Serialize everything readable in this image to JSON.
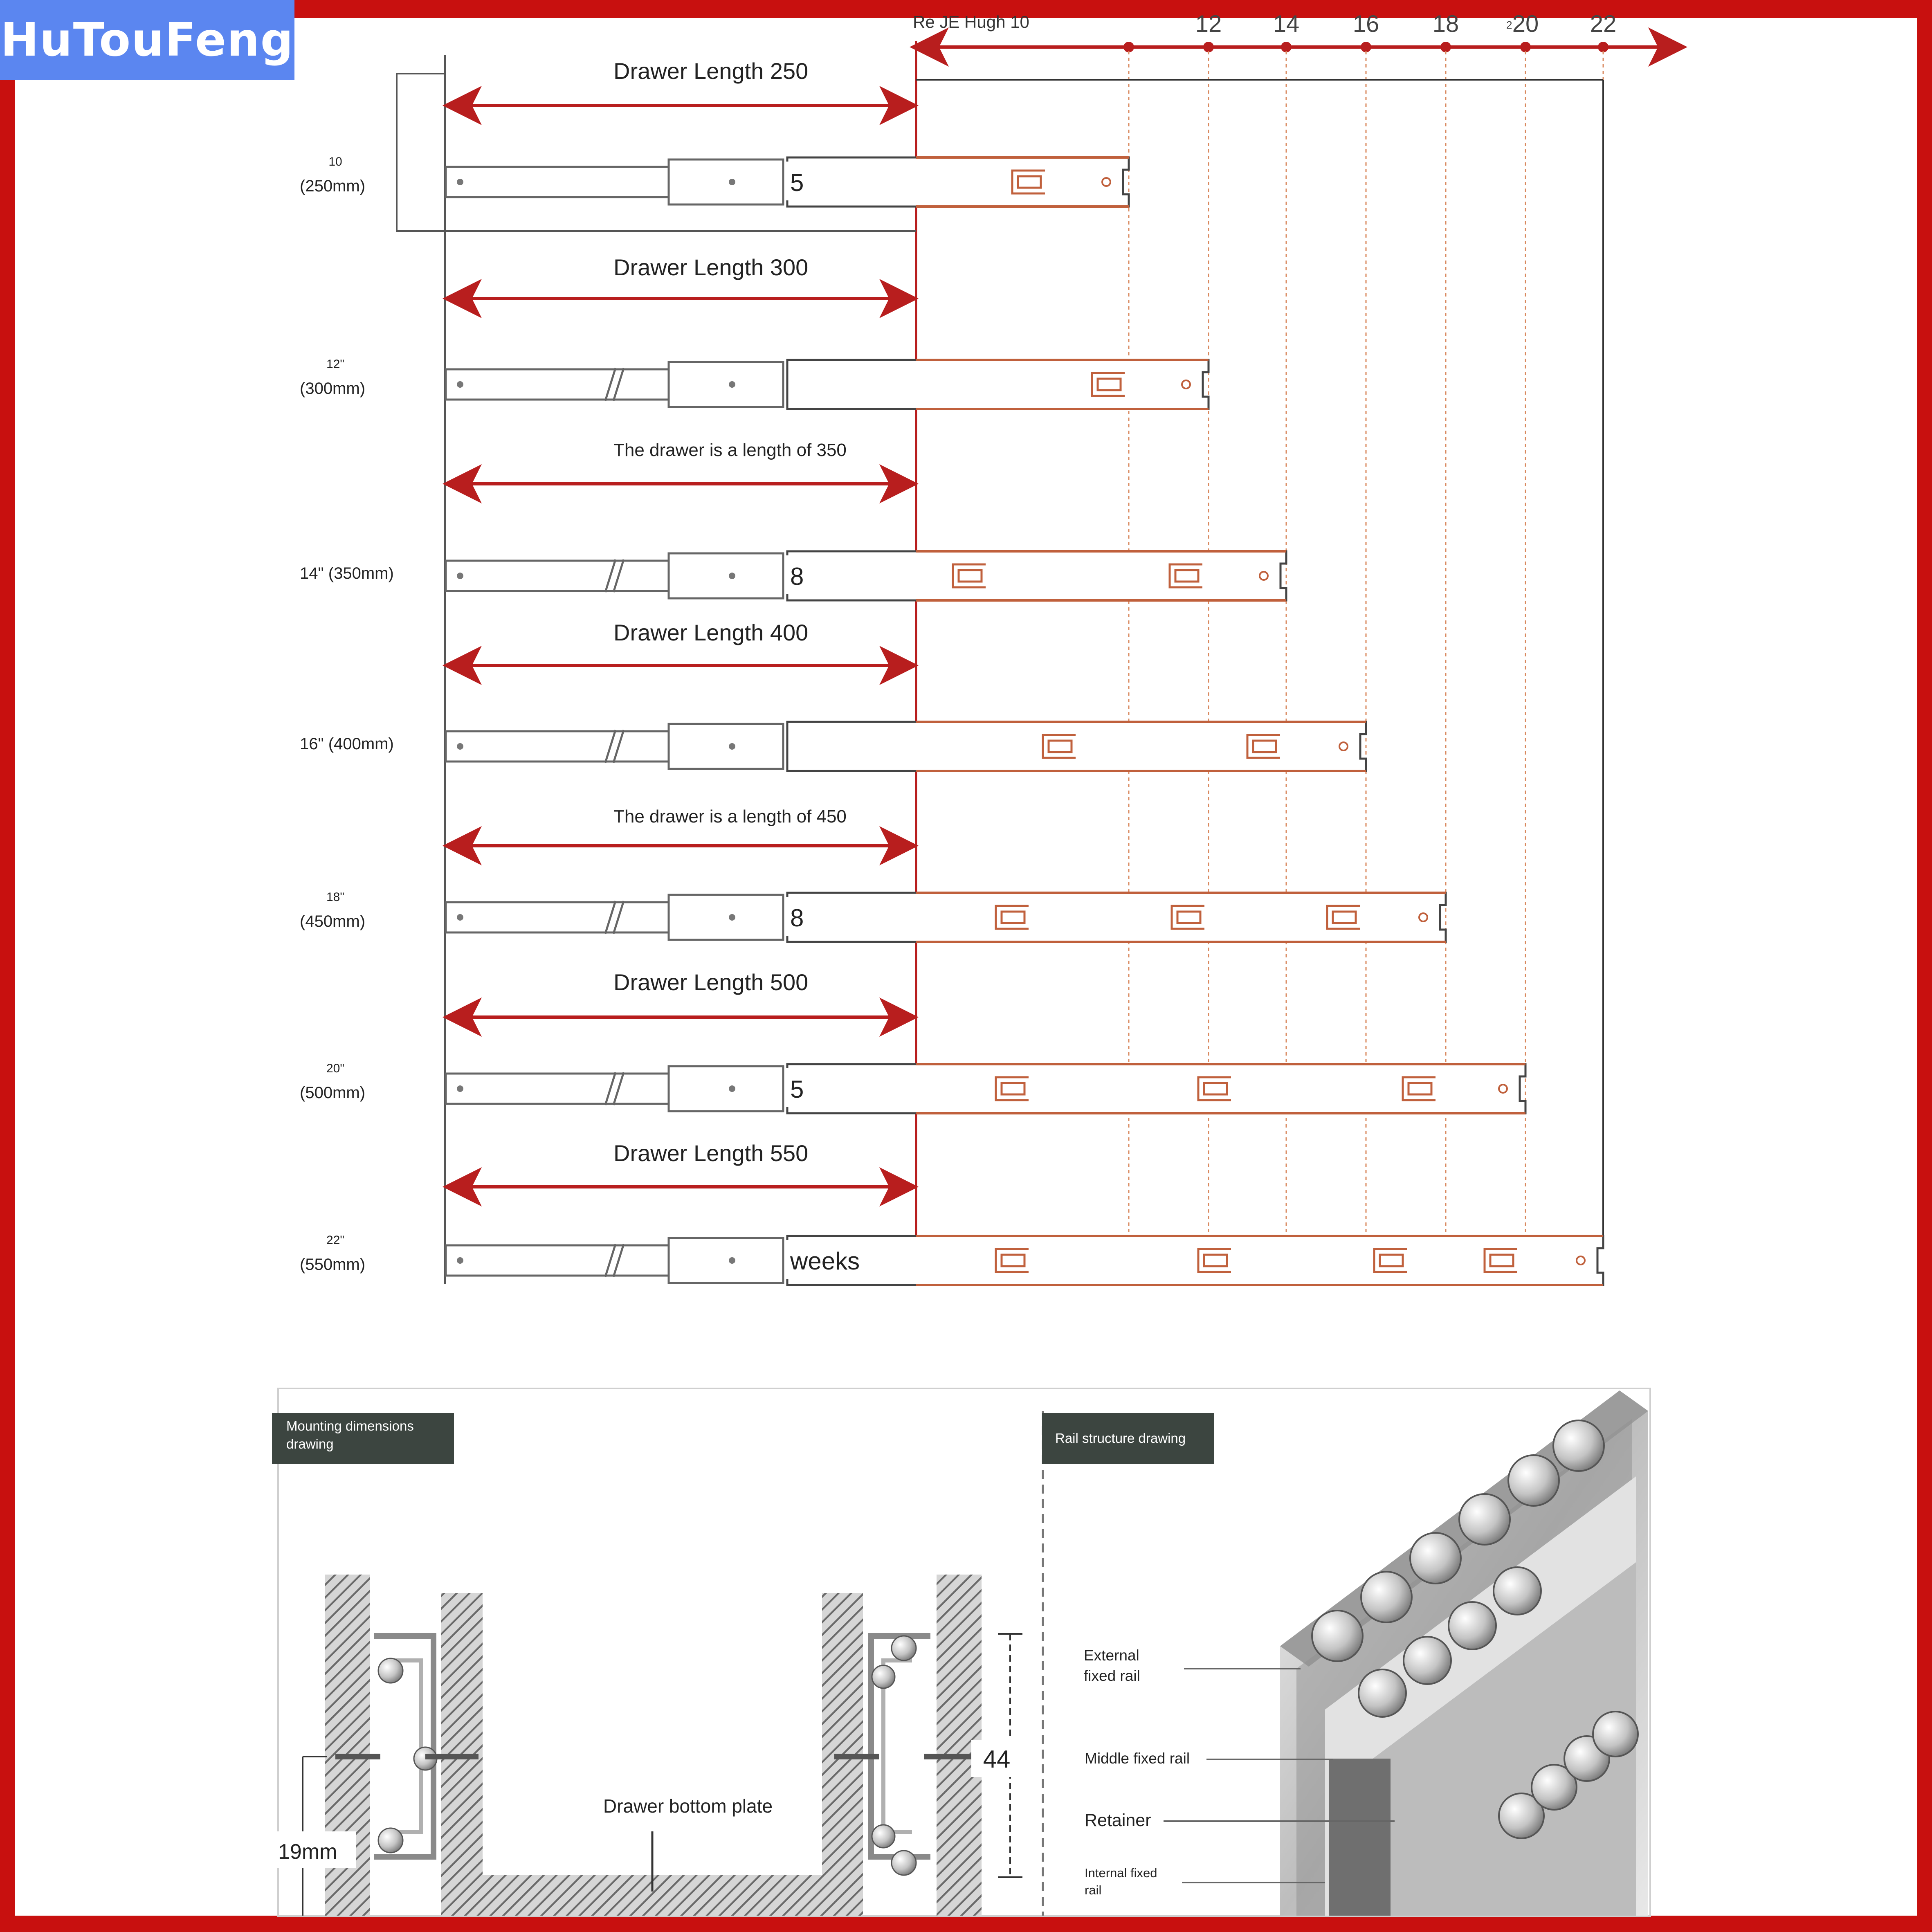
{
  "brand": {
    "name": "HuTouFeng"
  },
  "colors": {
    "frame": "#c8100f",
    "accent": "#b81e1e",
    "rail_outer": "#c0603c",
    "brand_bg": "#5b86f0",
    "panel_label_bg": "#3c4540"
  },
  "top_scale": {
    "title": "Re JE Hugh 10",
    "ticks": [
      "12",
      "14",
      "16",
      "18",
      "20",
      "22"
    ],
    "tick_superscript": "2"
  },
  "drawers": [
    {
      "length_label": "Drawer Length 250",
      "size_top": "10",
      "size_mm": "(250mm)",
      "overlay": "5",
      "brackets": 1
    },
    {
      "length_label": "Drawer Length 300",
      "size_top": "12\"",
      "size_mm": "(300mm)",
      "overlay": "",
      "brackets": 1
    },
    {
      "length_label": "The drawer is a length of 350",
      "size_top": "",
      "size_mm": "14\" (350mm)",
      "overlay": "8",
      "brackets": 2
    },
    {
      "length_label": "Drawer Length 400",
      "size_top": "",
      "size_mm": "16\" (400mm)",
      "overlay": "",
      "brackets": 2
    },
    {
      "length_label": "The drawer is a length of 450",
      "size_top": "18\"",
      "size_mm": "(450mm)",
      "overlay": "8",
      "brackets": 3
    },
    {
      "length_label": "Drawer Length 500",
      "size_top": "20\"",
      "size_mm": "(500mm)",
      "overlay": "5",
      "brackets": 3
    },
    {
      "length_label": "Drawer Length 550",
      "size_top": "22\"",
      "size_mm": "(550mm)",
      "overlay": "weeks",
      "brackets": 4
    }
  ],
  "mounting": {
    "panel_title_line1": "Mounting dimensions",
    "panel_title_line2": "drawing",
    "bottom_plate_label": "Drawer bottom plate",
    "dim_height": "44",
    "dim_bottom": "19mm"
  },
  "structure": {
    "panel_title": "Rail structure drawing",
    "labels": {
      "external_1": "External",
      "external_2": "fixed rail",
      "middle": "Middle fixed rail",
      "retainer": "Retainer",
      "internal_1": "Internal fixed",
      "internal_2": "rail"
    }
  }
}
